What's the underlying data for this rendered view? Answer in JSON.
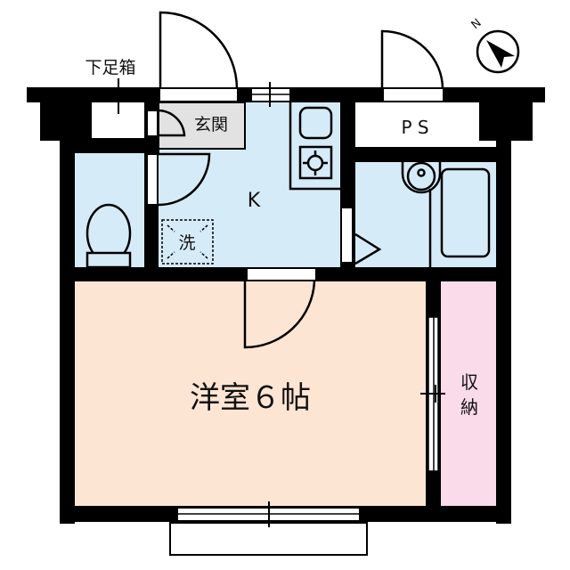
{
  "floorplan": {
    "labels": {
      "shoe_box": "下足箱",
      "entrance": "玄関",
      "kitchen": "K",
      "washer": "洗",
      "pipe_space": "P S",
      "western_room": "洋室６帖",
      "storage_line1": "収",
      "storage_line2": "納",
      "north": "N"
    },
    "colors": {
      "wall": "#000000",
      "wet_area": "#d6ebf8",
      "western_room": "#fde5d3",
      "storage": "#f9dbe9",
      "entrance": "#e2e2e2",
      "background": "#ffffff"
    },
    "icons": [
      "compass-north-icon",
      "toilet-icon",
      "washbasin-icon",
      "bathtub-icon",
      "sink-icon",
      "stove-burner-icon",
      "washer-space-icon"
    ]
  }
}
